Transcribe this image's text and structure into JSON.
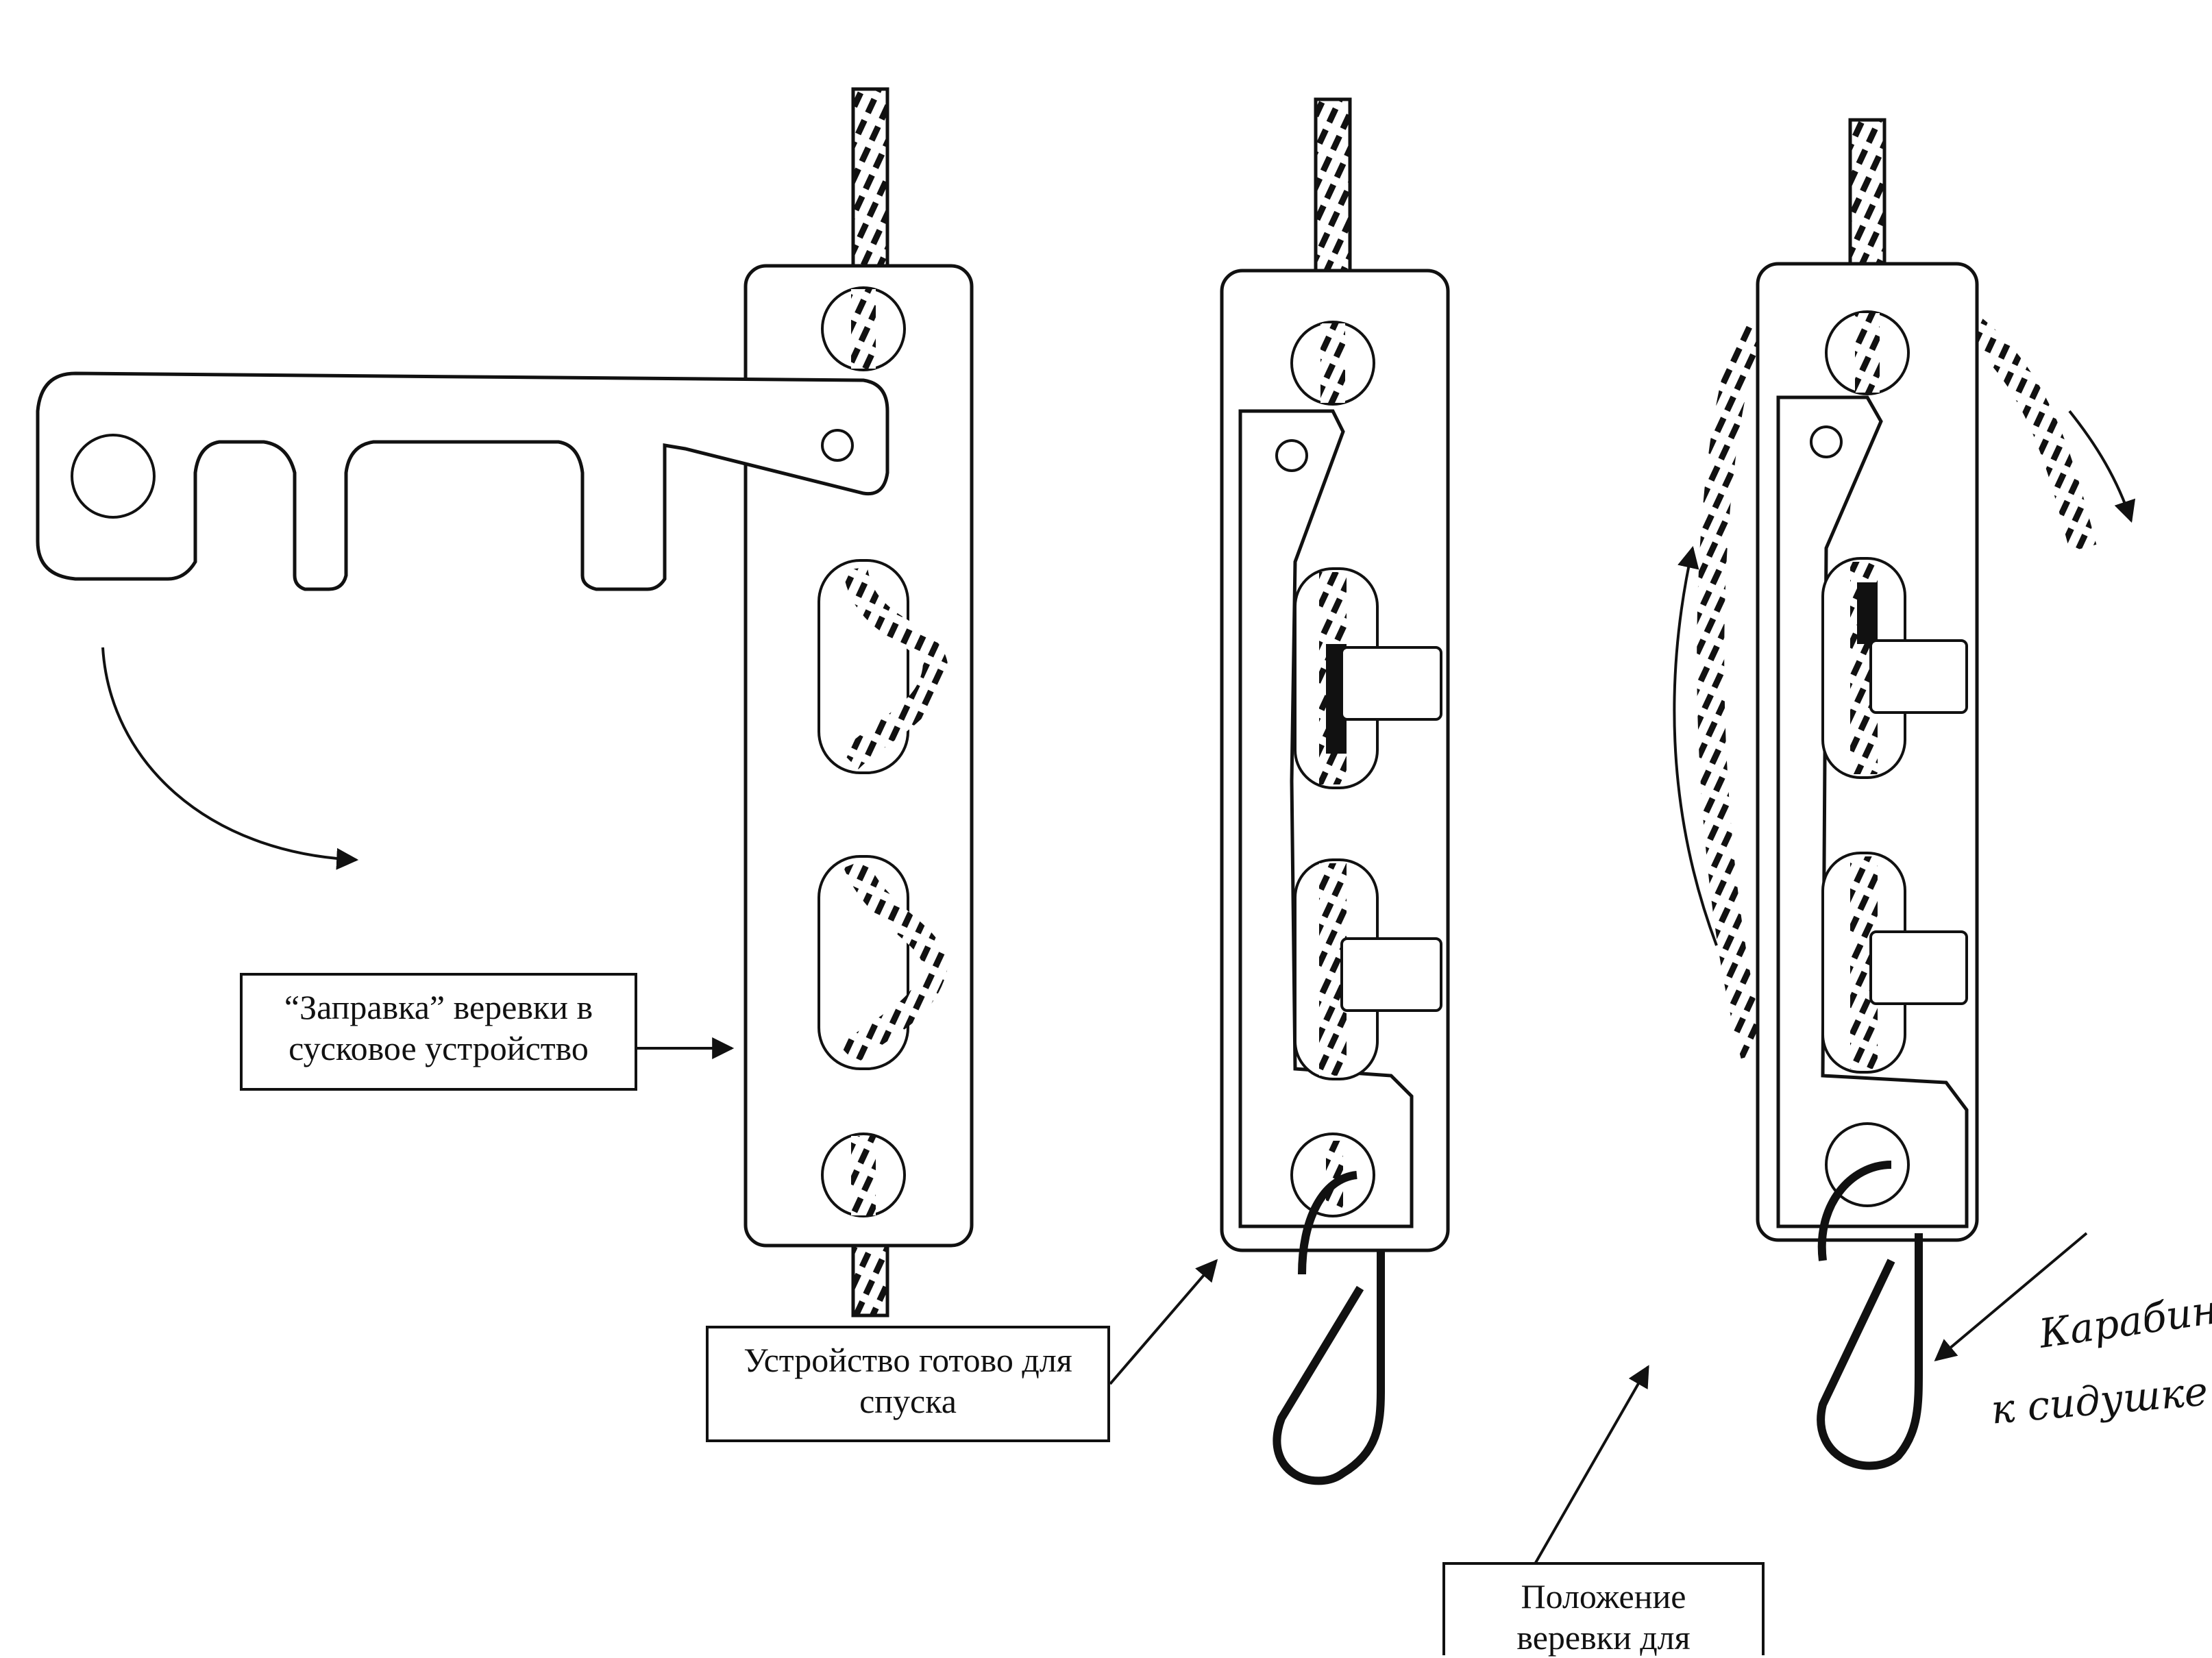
{
  "labels": {
    "threading": "“Заправка” веревки в\nсусковое устройство",
    "ready": "Устройство готово для\nспуска",
    "position": "Положение\nверевки для",
    "carabiner_1": "Карабин",
    "carabiner_2": "к сидушке"
  },
  "colors": {
    "ink": "#111111",
    "paper": "#ffffff"
  }
}
